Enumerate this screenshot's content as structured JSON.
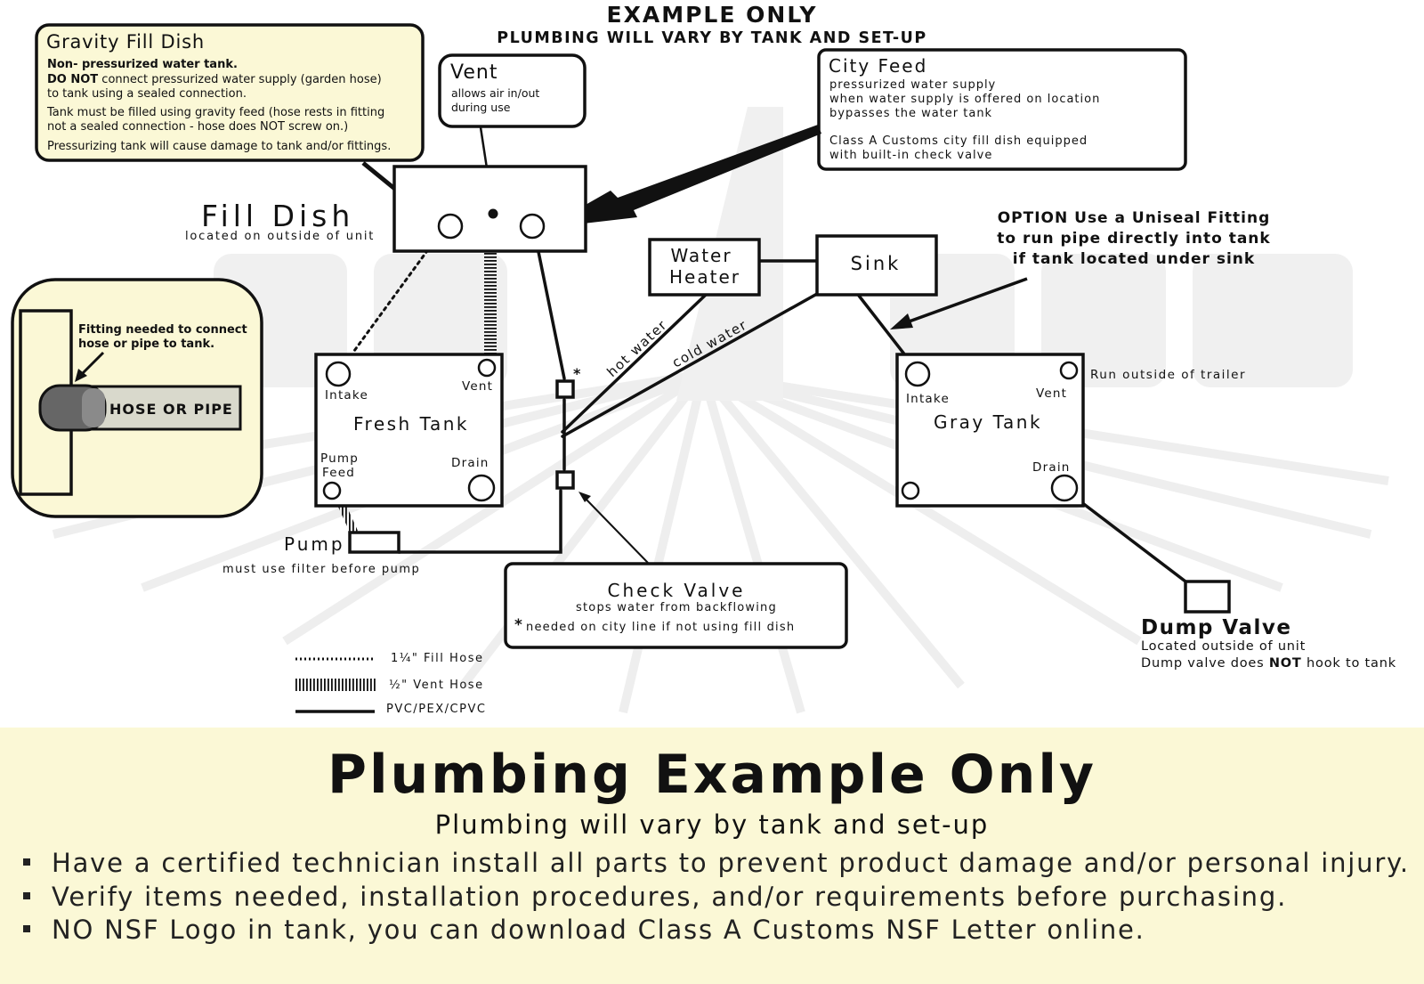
{
  "header": {
    "title": "EXAMPLE ONLY",
    "subtitle": "PLUMBING WILL VARY BY TANK AND SET-UP"
  },
  "callouts": {
    "gravity_fill": {
      "title": "Gravity Fill Dish",
      "line1": "Non- pressurized water tank.",
      "line2_bold": "DO NOT",
      "line2_rest": " connect pressurized water supply (garden hose)",
      "line3": "to tank using a sealed connection.",
      "line4": "Tank must be filled using gravity feed (hose rests in fitting",
      "line5": "not a sealed connection - hose does NOT screw on.)",
      "line6": "Pressurizing tank will cause damage to tank and/or fittings."
    },
    "vent": {
      "title": "Vent",
      "line1": "allows air in/out",
      "line2": "during use"
    },
    "city_feed": {
      "title": "City Feed",
      "line1": "pressurized water supply",
      "line2": "when water supply is offered on location",
      "line3": "bypasses the water tank",
      "line4": "Class A Customs city fill dish equipped",
      "line5": "with built-in check valve"
    },
    "uniseal": {
      "line1": "OPTION Use a Uniseal Fitting",
      "line2": "to run pipe directly into tank",
      "line3": "if tank located under sink"
    },
    "fitting": {
      "line1": "Fitting needed to connect",
      "line2": "hose or pipe to tank.",
      "hose_label": "HOSE OR PIPE"
    },
    "check_valve": {
      "title": "Check Valve",
      "line1": "stops water from backflowing",
      "asterisk": "*",
      "line2": "needed on city line if not using fill dish"
    }
  },
  "components": {
    "fill_dish": {
      "title": "Fill Dish",
      "note": "located on outside of unit"
    },
    "water_heater": {
      "line1": "Water",
      "line2": "Heater"
    },
    "sink": {
      "label": "Sink"
    },
    "fresh_tank": {
      "title": "Fresh Tank",
      "intake": "Intake",
      "vent": "Vent",
      "pump_feed1": "Pump",
      "pump_feed2": "Feed",
      "drain": "Drain"
    },
    "gray_tank": {
      "title": "Gray Tank",
      "intake": "Intake",
      "vent": "Vent",
      "drain": "Drain",
      "vent_note": "Run outside of trailer"
    },
    "pump": {
      "label": "Pump",
      "note": "must use filter before pump"
    },
    "dump_valve": {
      "title": "Dump Valve",
      "line1": "Located outside of unit",
      "line2_pre": "Dump valve does ",
      "line2_bold": "NOT",
      "line2_post": " hook to tank"
    },
    "pipe_labels": {
      "hot": "hot water",
      "cold": "cold water",
      "asterisk": "*"
    }
  },
  "legend": {
    "fill_hose": "1¼\" Fill Hose",
    "vent_hose": "½\" Vent Hose",
    "pipe": "PVC/PEX/CPVC"
  },
  "footer": {
    "title": "Plumbing Example Only",
    "subtitle": "Plumbing will vary by tank and set-up",
    "notes": [
      "Have a certified technician install all parts to prevent product damage and/or personal injury.",
      "Verify items needed, installation procedures, and/or requirements before purchasing.",
      "NO NSF Logo in tank, you can download Class A Customs NSF Letter online."
    ]
  },
  "colors": {
    "cream": "#fbf8d6",
    "ink": "#111111",
    "watermark": "#ececec"
  }
}
